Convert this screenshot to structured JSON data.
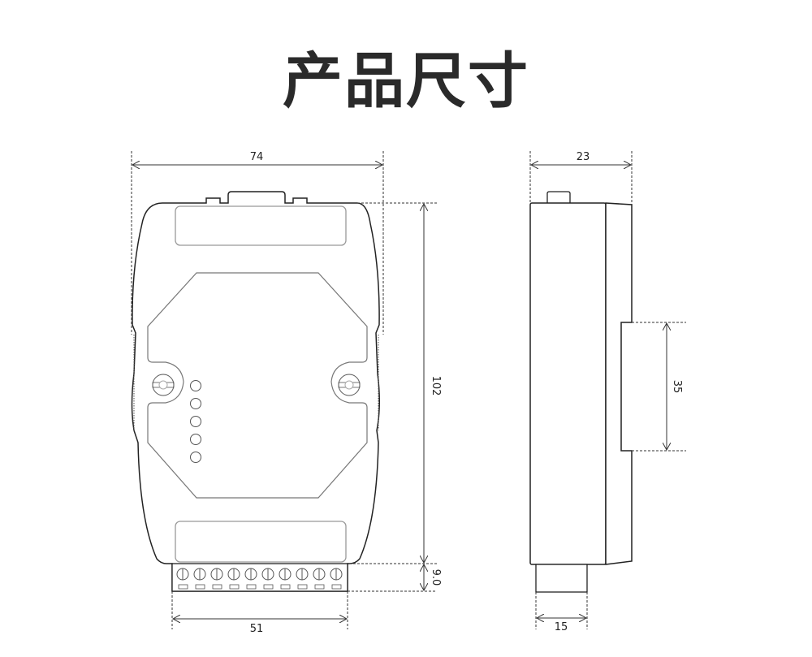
{
  "title": "产品尺寸",
  "colors": {
    "outline": "#222222",
    "inner_outline": "#888888",
    "dimension_line": "#333333",
    "title": "#2a2a2a"
  },
  "front_view": {
    "dimensions": {
      "width": "74",
      "height": "102",
      "terminal_width": "51",
      "terminal_height": "9.0"
    },
    "led_count": 5,
    "terminal_screw_count": 10
  },
  "side_view": {
    "dimensions": {
      "depth": "23",
      "rail_clip": "35",
      "connector_width": "15"
    }
  }
}
